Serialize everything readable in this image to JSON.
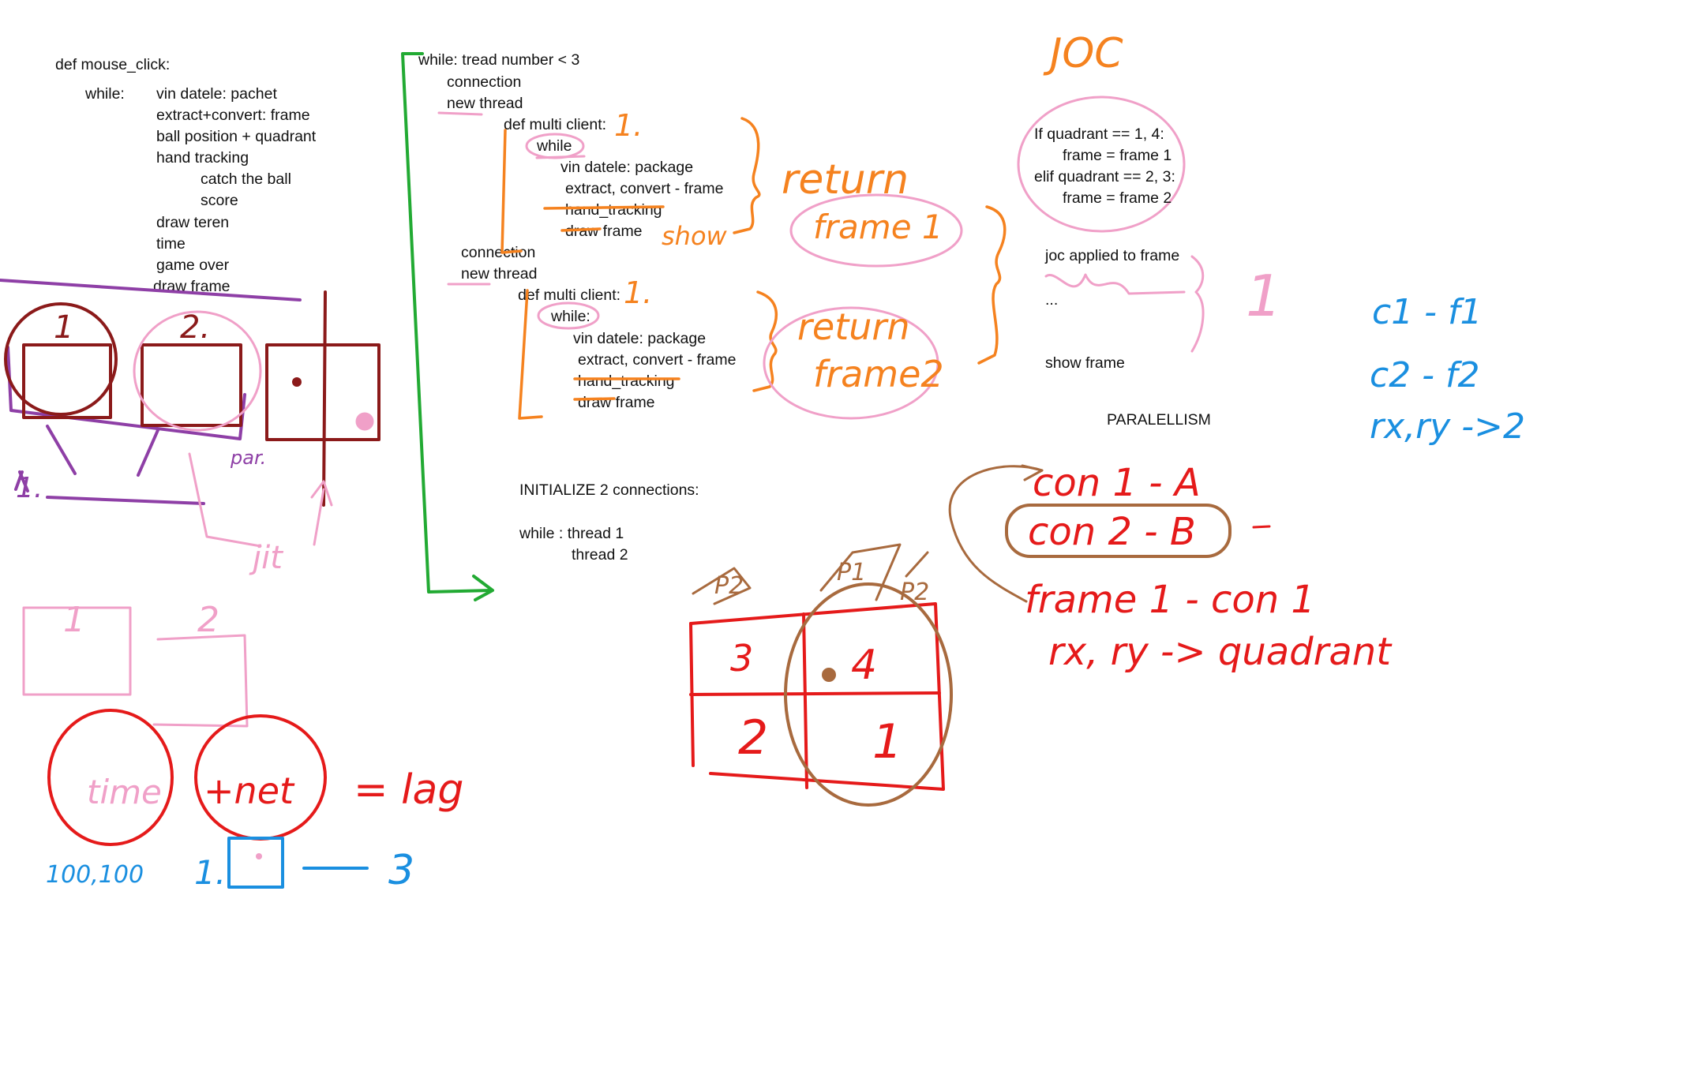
{
  "colors": {
    "green": "#22aa33",
    "orange": "#f5821f",
    "pink": "#f0a0c8",
    "maroon": "#8b1a1a",
    "purple": "#8e3fa6",
    "red": "#e51a1a",
    "brown": "#a86a3e",
    "blue": "#1a8fe0",
    "text": "#111111"
  },
  "left_code": {
    "def": "def mouse_click:",
    "while": "while:",
    "lines": [
      "vin datele: pachet",
      "extract+convert:   frame",
      "ball position + quadrant",
      "hand tracking"
    ],
    "nested": [
      "catch the ball",
      "score"
    ],
    "lines2": [
      "draw teren",
      "time",
      "game over",
      "draw frame"
    ]
  },
  "center_code": {
    "while_line": "while:   tread number < 3",
    "connection": "connection",
    "new_thread": "new thread",
    "def_multi": "def multi client:",
    "inner_while": "while",
    "inner_while2": "while:",
    "vin": "vin datele: package",
    "extract": "extract, convert - frame",
    "hand": "hand_tracking",
    "draw": "draw frame",
    "initialize": "INITIALIZE 2 connections:",
    "while_thread": "while :  thread 1",
    "thread2": "thread 2"
  },
  "right_code": {
    "if": "If quadrant == 1, 4:",
    "frame1": "frame = frame 1",
    "elif": "elif quadrant == 2, 3:",
    "frame2": "frame = frame 2",
    "joc_applied": "joc applied to frame",
    "dots": "...",
    "show_frame": "show frame",
    "parallelism": "PARALELLISM"
  },
  "handwriting": {
    "joc": "JOC",
    "return1": "return",
    "frame1": "frame 1",
    "show": "show",
    "return2": "return",
    "frame2": "frame2",
    "one_a": "1.",
    "one_b": "1.",
    "one_big": "1",
    "box1": "1",
    "box2": "2.",
    "left_one": "1.",
    "par": "par.",
    "jit": "jit",
    "pink1": "1",
    "pink2": "2",
    "time": "time",
    "nat": "+net",
    "eq_lag": "= lag",
    "coords": "100,100",
    "blue_one": "1.",
    "blue_three": "3",
    "c1": "c1 - f1",
    "c2": "c2 - f2",
    "rxry_blue": "rx,ry ->2",
    "con1": "con 1 - A",
    "con2": "con 2 - B",
    "frame_con": "frame 1 - con 1",
    "rxry_red": "rx, ry -> quadrant",
    "p_left": "P2",
    "p_mid": "P1",
    "p_right": "P2",
    "q3": "3",
    "q4": "4",
    "q2": "2",
    "q1": "1"
  }
}
